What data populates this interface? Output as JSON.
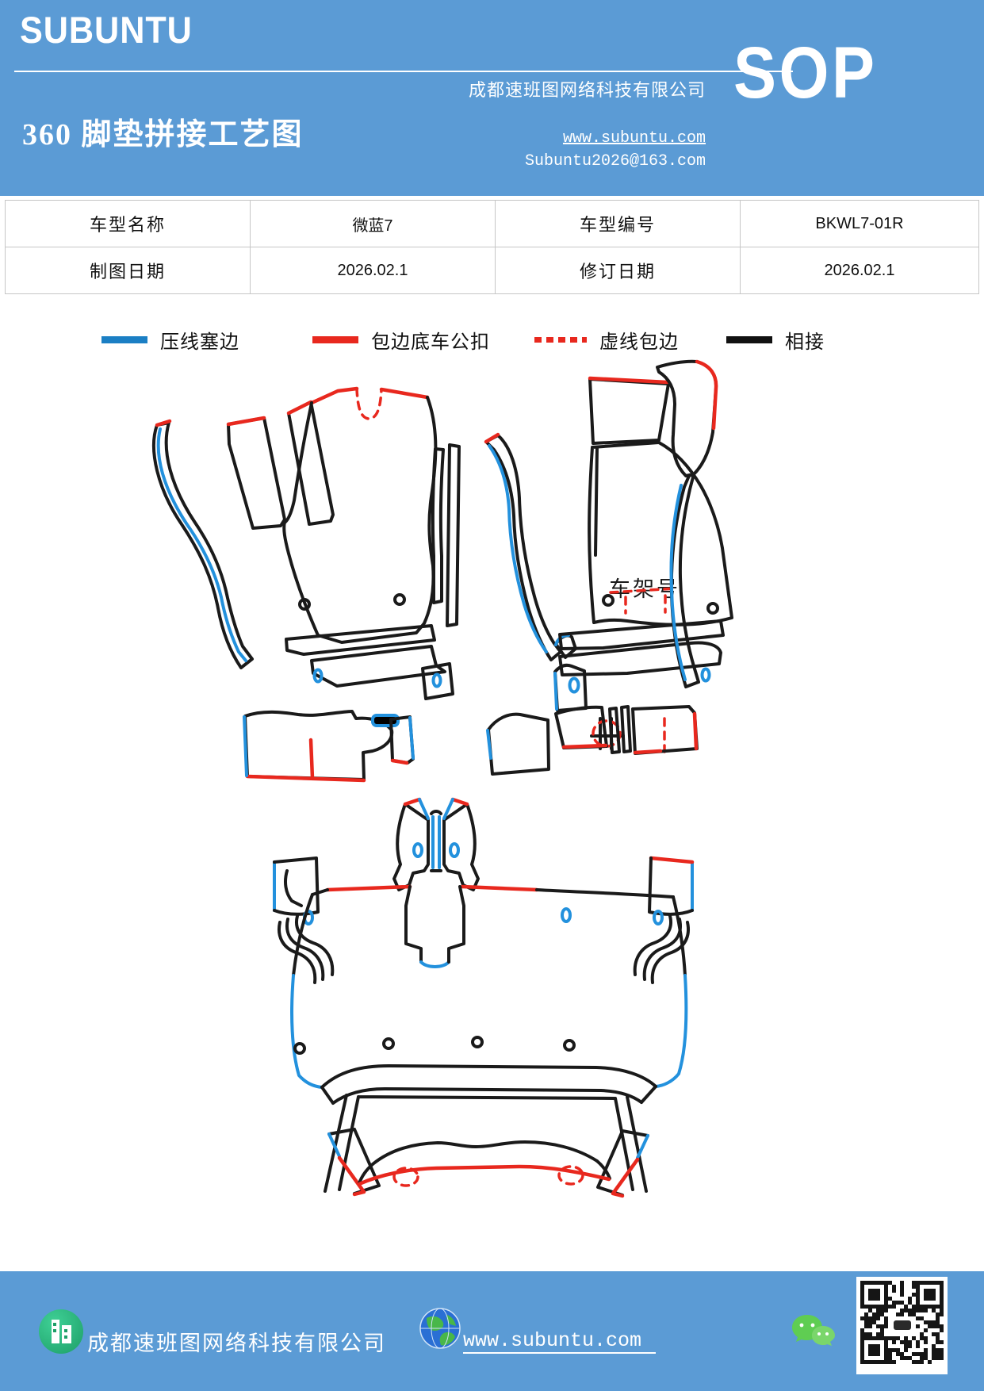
{
  "header": {
    "logo_text": "SUBUNTU",
    "doc_title": "360 脚垫拼接工艺图",
    "company_name": "成都速班图网络科技有限公司",
    "website": "www.subuntu.com",
    "email": "Subuntu2026@163.com",
    "sop_label": "SOP",
    "bg_color": "#5b9bd5"
  },
  "info_table": {
    "rows": [
      [
        "车型名称",
        "微蓝7",
        "车型编号",
        "BKWL7-01R"
      ],
      [
        "制图日期",
        "2026.02.1",
        "修订日期",
        "2026.02.1"
      ]
    ]
  },
  "legend": {
    "items": [
      {
        "label": "压线塞边",
        "color": "#1b7fc4",
        "line_style": "solid"
      },
      {
        "label": "包边底车公扣",
        "color": "#e8281e",
        "line_style": "solid"
      },
      {
        "label": "虚线包边",
        "color": "#e8281e",
        "line_style": "dotted"
      },
      {
        "label": "相接",
        "color": "#111111",
        "line_style": "solid"
      }
    ]
  },
  "diagram": {
    "vin_label": "车架号",
    "line_colors": {
      "press_edge_blue": "#2391dd",
      "binding_buckle_red": "#e8281e",
      "dashed_wrap_red": "#e8281e",
      "join_black": "#1a1a1a"
    }
  },
  "footer": {
    "company_name": "成都速班图网络科技有限公司",
    "website": "www.subuntu.com",
    "bg_color": "#5b9bd5"
  }
}
